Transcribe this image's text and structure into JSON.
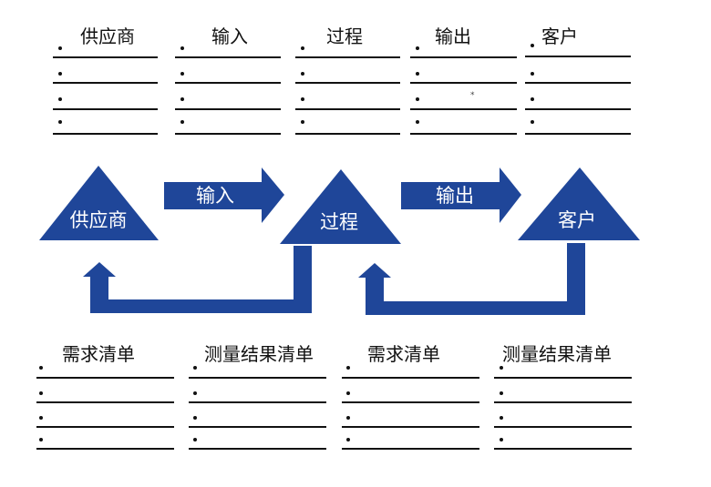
{
  "colors": {
    "shape_fill": "#1f4699",
    "shape_text": "#ffffff",
    "ink": "#111111"
  },
  "top_columns": [
    {
      "title": "供应商"
    },
    {
      "title": "输入"
    },
    {
      "title": "过程"
    },
    {
      "title": "输出"
    },
    {
      "title": "客户"
    }
  ],
  "flow": {
    "supplier": "供应商",
    "input": "输入",
    "process": "过程",
    "output": "输出",
    "customer": "客户"
  },
  "bottom_columns": [
    {
      "title": "需求清单"
    },
    {
      "title": "测量结果清单"
    },
    {
      "title": "需求清单"
    },
    {
      "title": "测量结果清单"
    }
  ],
  "marks": {
    "star": "*"
  }
}
